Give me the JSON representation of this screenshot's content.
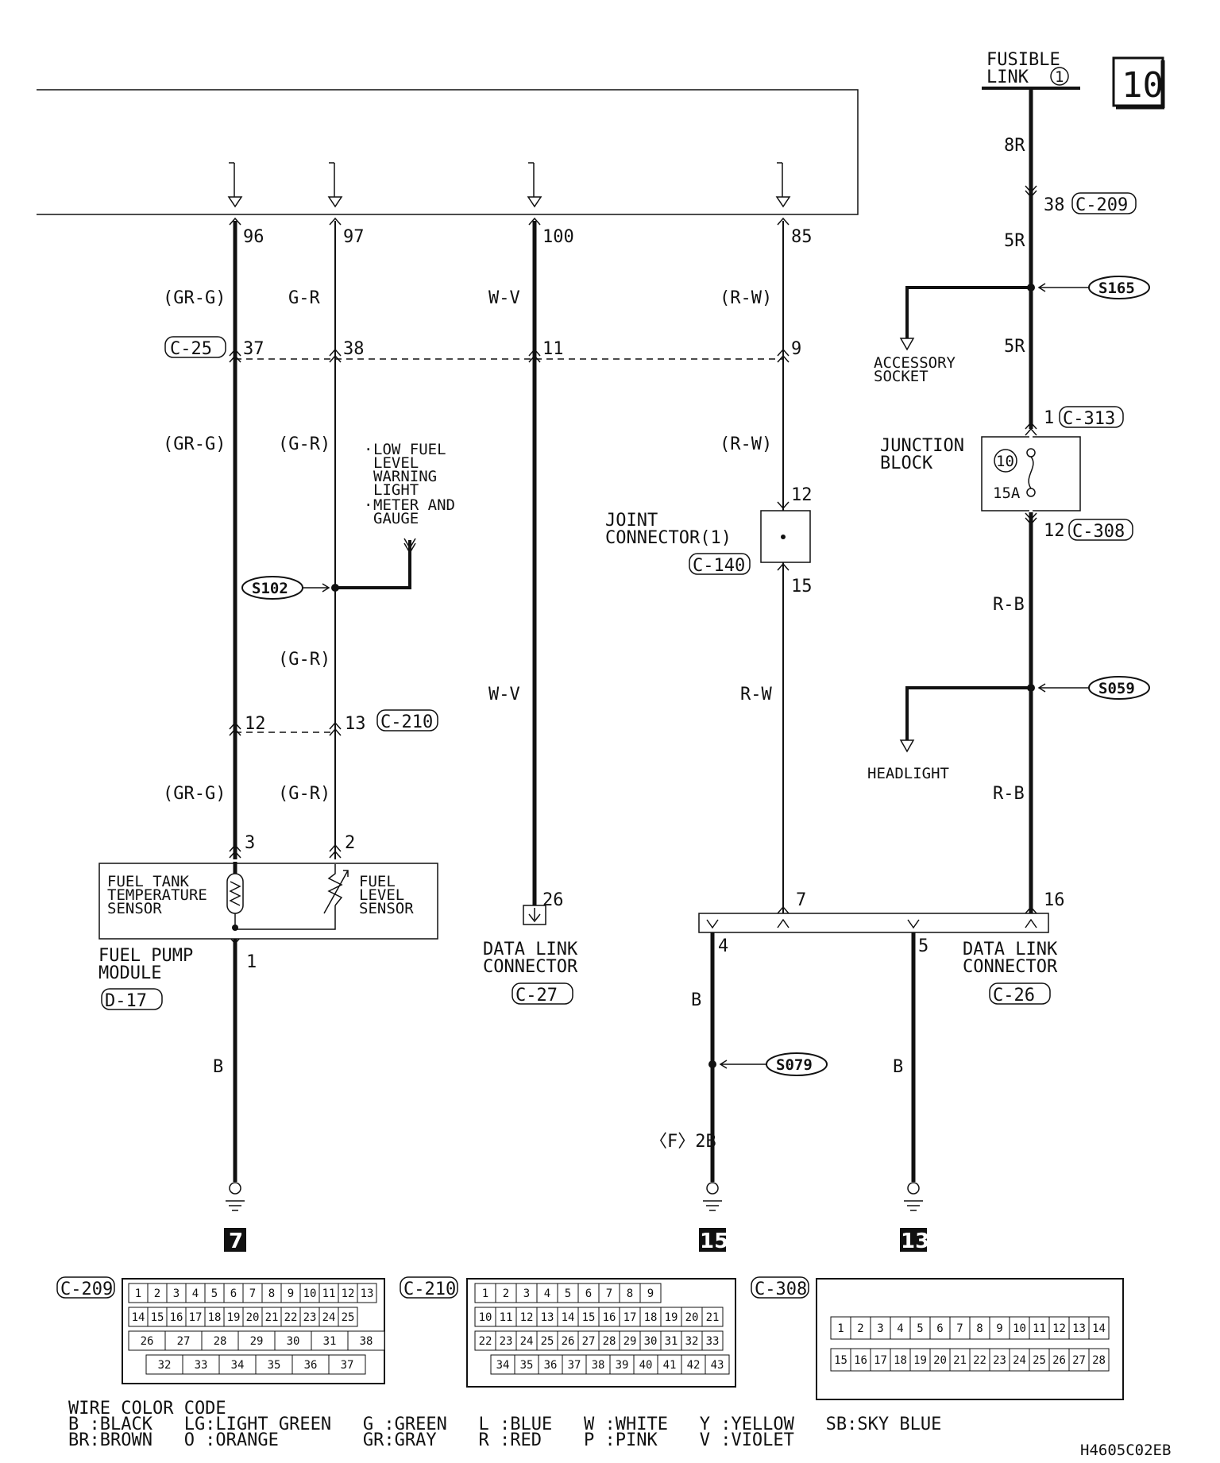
{
  "page_number": "10",
  "fusible_link": {
    "line1": "FUSIBLE",
    "line2": "LINK",
    "num": "1"
  },
  "pins_top": {
    "p96": "96",
    "p97": "97",
    "p100": "100",
    "p85": "85"
  },
  "wires": {
    "grg_paren": "(GR-G)",
    "gr_plain": "G-R",
    "gr_paren": "(G-R)",
    "wv": "W-V",
    "rw_paren": "(R-W)",
    "rw": "R-W",
    "r8": "8R",
    "r5": "5R",
    "rb": "R-B",
    "b": "B",
    "f2b": "〈F〉2B"
  },
  "connectors": {
    "c25": "C-25",
    "c209": "C-209",
    "c210": "C-210",
    "c140": "C-140",
    "c313": "C-313",
    "c308": "C-308",
    "c27": "C-27",
    "c26": "C-26",
    "d17": "D-17"
  },
  "pins": {
    "p37": "37",
    "p38": "38",
    "p11": "11",
    "p9": "9",
    "p38b": "38",
    "p12": "12",
    "p15": "15",
    "p12b": "12",
    "p13": "13",
    "p1": "1",
    "p12c": "12",
    "p3": "3",
    "p2": "2",
    "p26": "26",
    "p7": "7",
    "p16": "16",
    "p4": "4",
    "p5": "5",
    "p1b": "1"
  },
  "splices": {
    "s165": "S165",
    "s102": "S102",
    "s059": "S059",
    "s079": "S079"
  },
  "labels": {
    "accessory1": "ACCESSORY",
    "accessory2": "SOCKET",
    "lowfuel1": "LOW FUEL",
    "lowfuel2": "LEVEL",
    "lowfuel3": "WARNING",
    "lowfuel4": "LIGHT",
    "meter1": "METER AND",
    "meter2": "GAUGE",
    "joint1": "JOINT",
    "joint2": "CONNECTOR(1)",
    "junction1": "JUNCTION",
    "junction2": "BLOCK",
    "fuse_num": "10",
    "fuse_amp": "15A",
    "headlight": "HEADLIGHT",
    "fuelTank1": "FUEL TANK",
    "fuelTank2": "TEMPERATURE",
    "fuelTank3": "SENSOR",
    "fuelLevel1": "FUEL",
    "fuelLevel2": "LEVEL",
    "fuelLevel3": "SENSOR",
    "fuelPump1": "FUEL PUMP",
    "fuelPump2": "MODULE",
    "dlc1": "DATA LINK",
    "dlc2": "CONNECTOR"
  },
  "grounds": {
    "g7": "7",
    "g15": "15",
    "g13": "13"
  },
  "legend": {
    "title": "WIRE COLOR CODE",
    "row1": "B :BLACK   LG:LIGHT GREEN   G :GREEN   L :BLUE   W :WHITE   Y :YELLOW   SB:SKY BLUE",
    "row2": "BR:BROWN   O :ORANGE        GR:GRAY    R :RED    P :PINK    V :VIOLET"
  },
  "code": "H4605C02EB",
  "c209_pins": {
    "r1": [
      "1",
      "2",
      "3",
      "4",
      "5",
      "6",
      "7",
      "8",
      "9",
      "10",
      "11",
      "12",
      "13"
    ],
    "r2": [
      "14",
      "15",
      "16",
      "17",
      "18",
      "19",
      "20",
      "21",
      "22",
      "23",
      "24",
      "25"
    ],
    "r3": [
      "26",
      "27",
      "28",
      "29",
      "30",
      "31",
      "38"
    ],
    "r4": [
      "32",
      "33",
      "34",
      "35",
      "36",
      "37"
    ]
  },
  "c210_pins": {
    "r1": [
      "1",
      "2",
      "3",
      "4",
      "5",
      "6",
      "7",
      "8",
      "9"
    ],
    "r2": [
      "10",
      "11",
      "12",
      "13",
      "14",
      "15",
      "16",
      "17",
      "18",
      "19",
      "20",
      "21"
    ],
    "r3": [
      "22",
      "23",
      "24",
      "25",
      "26",
      "27",
      "28",
      "29",
      "30",
      "31",
      "32",
      "33"
    ],
    "r4": [
      "34",
      "35",
      "36",
      "37",
      "38",
      "39",
      "40",
      "41",
      "42",
      "43"
    ]
  },
  "c308_pins": {
    "r1": [
      "1",
      "2",
      "3",
      "4",
      "5",
      "6",
      "7",
      "8",
      "9",
      "10",
      "11",
      "12",
      "13",
      "14"
    ],
    "r2": [
      "15",
      "16",
      "17",
      "18",
      "19",
      "20",
      "21",
      "22",
      "23",
      "24",
      "25",
      "26",
      "27",
      "28"
    ]
  }
}
